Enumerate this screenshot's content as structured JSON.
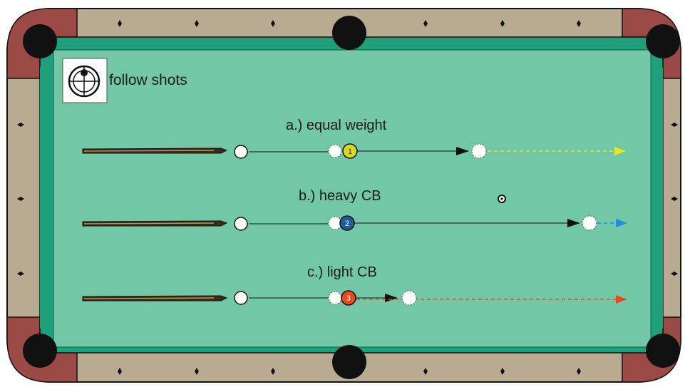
{
  "legend": {
    "icon": "follow-target-icon",
    "text": "follow shots"
  },
  "shots": [
    {
      "label": "a.) equal weight",
      "ball_number": "1",
      "ball_color": "#d8d82a",
      "ball_text_color": "#333333",
      "path_color": "#e8e820"
    },
    {
      "label": "b.) heavy CB",
      "ball_number": "2",
      "ball_color": "#1f5f99",
      "ball_text_color": "#ffffff",
      "path_color": "#1e8fe0"
    },
    {
      "label": "c.) light CB",
      "ball_number": "3",
      "ball_color": "#e84a1a",
      "ball_text_color": "#ffffff",
      "path_color": "#e84a1a"
    }
  ],
  "colors": {
    "felt": "#72c8a6",
    "rail_cushion": "#20a07a",
    "rail_wood": "#b9ab92",
    "corner_leather": "#9b4a46",
    "pocket": "#111111"
  }
}
